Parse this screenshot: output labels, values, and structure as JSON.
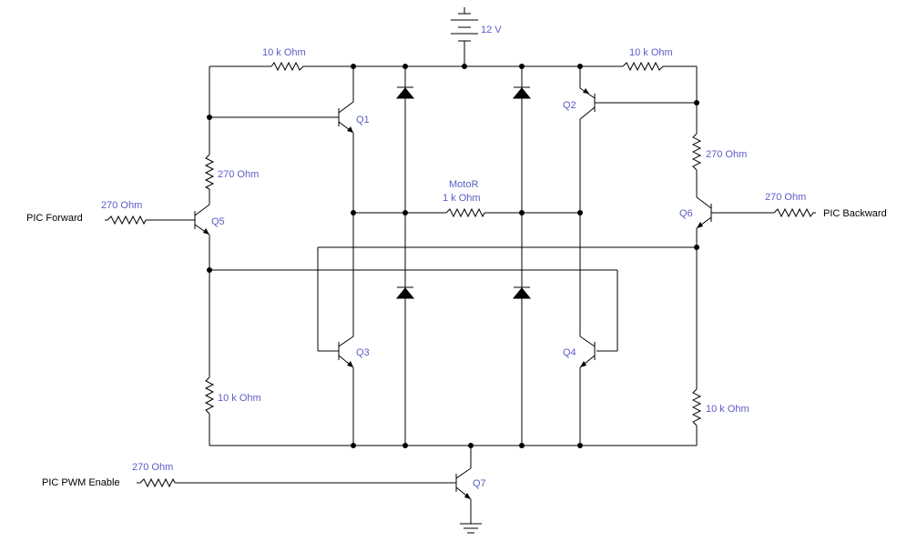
{
  "supply": {
    "label": "12 V"
  },
  "inputs": {
    "forward": "PIC Forward",
    "backward": "PIC Backward",
    "pwm": "PIC PWM Enable"
  },
  "transistors": {
    "q1": "Q1",
    "q2": "Q2",
    "q3": "Q3",
    "q4": "Q4",
    "q5": "Q5",
    "q6": "Q6",
    "q7": "Q7"
  },
  "resistors": {
    "top_left": "10 k Ohm",
    "top_right": "10 k Ohm",
    "mid_left": "270  Ohm",
    "mid_right": "270  Ohm",
    "in_forward": "270  Ohm",
    "in_backward": "270  Ohm",
    "in_pwm": "270  Ohm",
    "bottom_left": "10 k Ohm",
    "bottom_right": "10 k Ohm"
  },
  "motor": {
    "name": "MotoR",
    "value": "1 k Ohm"
  }
}
